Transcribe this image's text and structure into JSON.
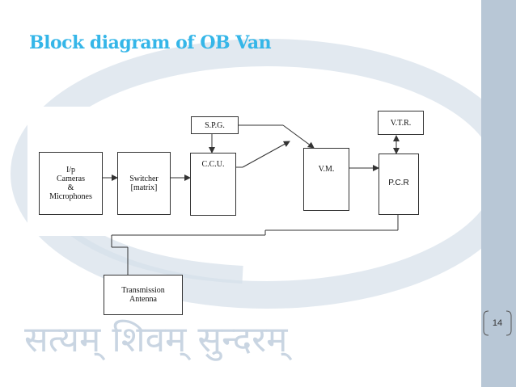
{
  "slide": {
    "title": "Block diagram of OB Van",
    "page_number": "14",
    "watermark_text": "सत्यम्  शिवम्  सुन्दरम्",
    "colors": {
      "title": "#35b6e8",
      "sidebar": "#b8c7d6",
      "watermark": "#c9d5e2",
      "line": "#333333"
    }
  },
  "diagram": {
    "blocks": {
      "inputs": "I/p\nCameras\n&\nMicrophones",
      "switcher": "Switcher\n[matrix]",
      "ccu": "C.C.U.",
      "spg": "S.P.G.",
      "vm": "V.M.",
      "pcr": "P.C.R",
      "vtr": "V.T.R.",
      "antenna": "Transmission\nAntenna"
    }
  }
}
